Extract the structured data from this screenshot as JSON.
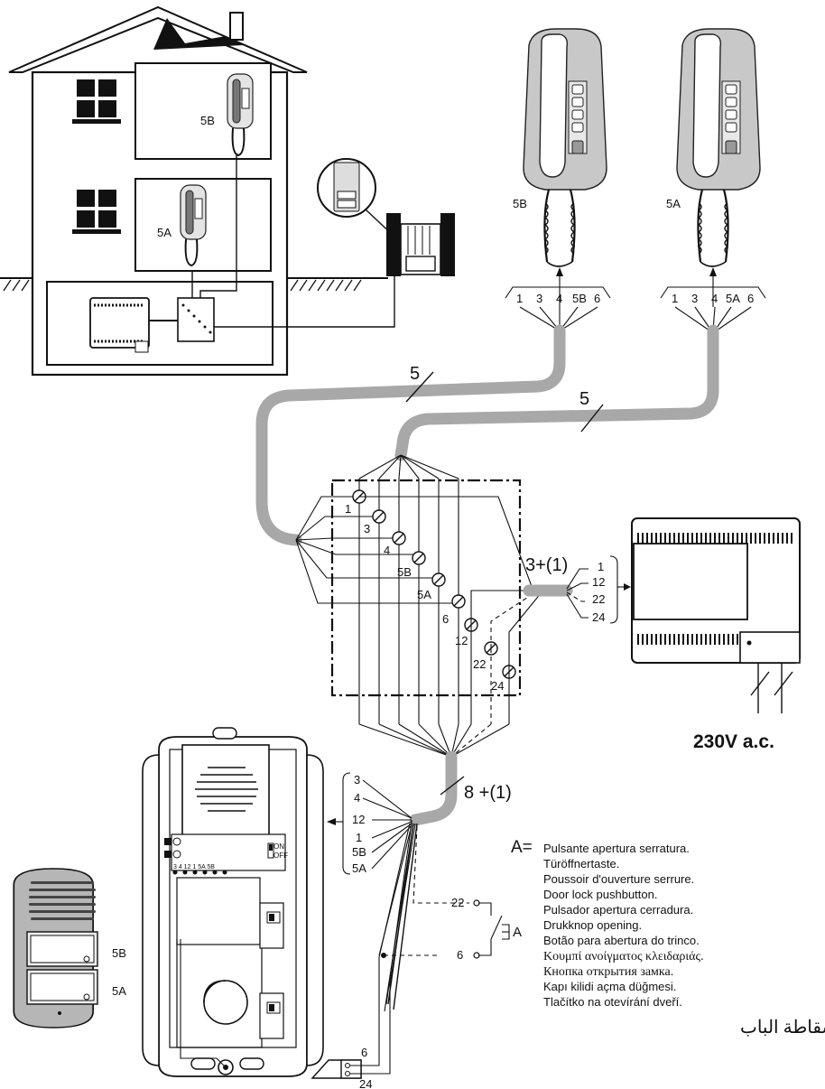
{
  "house": {
    "handset_top": "5B",
    "handset_bottom": "5A"
  },
  "handsets": [
    {
      "id": "5B",
      "terminals": [
        "1",
        "3",
        "4",
        "5B",
        "6"
      ]
    },
    {
      "id": "5A",
      "terminals": [
        "1",
        "3",
        "4",
        "5A",
        "6"
      ]
    }
  ],
  "cables": {
    "handset_cable_a": "5",
    "handset_cable_b": "5",
    "power_cable": "3+(1)",
    "panel_cable": "8 +(1)"
  },
  "junction_box": {
    "terminals": [
      "1",
      "3",
      "4",
      "5B",
      "5A",
      "6",
      "12",
      "22",
      "24"
    ]
  },
  "power_supply": {
    "terminals": [
      "1",
      "12",
      "22",
      "24"
    ],
    "mains_label": "230V a.c."
  },
  "door_panel": {
    "wire_labels": [
      "3",
      "4",
      "12",
      "1",
      "5B",
      "5A"
    ],
    "board_terminals": "3  4  12  1  5A 5B",
    "switch_on": "ON",
    "switch_off": "OFF",
    "button_top": "5B",
    "button_bottom": "5A",
    "lock_top": "6",
    "lock_bottom": "24",
    "pushbutton_top": "22",
    "pushbutton_bottom": "6",
    "pushbutton_label": "A"
  },
  "legend": {
    "key": "A=",
    "lines": [
      "Pulsante apertura serratura.",
      "Türöffnertaste.",
      "Poussoir d'ouverture serrure.",
      "Door lock pushbutton.",
      "Pulsador apertura cerradura.",
      "Drukknop opening.",
      "Botão para abertura do trinco.",
      "Κουμπί ανοίγματος κλειδαριάς.",
      "Кнопка открытия замка.",
      "Kapı kilidi açma düğmesi.",
      "Tlačítko na otevírání dveří.",
      "زرار فتح سقاطة الباب"
    ]
  }
}
